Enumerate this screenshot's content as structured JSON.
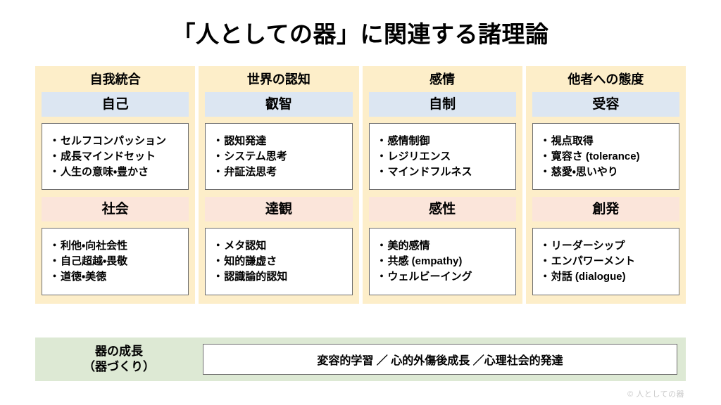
{
  "title": "「人としての器」に関連する諸理論",
  "colors": {
    "column_background": "#fdeec9",
    "subheader_blue": "#dce6f2",
    "subheader_pink": "#fbe5da",
    "footer_band": "#dde9d4",
    "box_border": "#6e6e6e",
    "copyright_text": "#c9c9c9"
  },
  "columns": [
    {
      "title": "自我統合",
      "groups": [
        {
          "header": "自己",
          "header_style": "blue",
          "items": [
            "セルフコンパッション",
            "成長マインドセット",
            "人生の意味・豊かさ"
          ]
        },
        {
          "header": "社会",
          "header_style": "pink",
          "items": [
            "利他・向社会性",
            "自己超越・畏敬",
            "道徳・美徳"
          ]
        }
      ]
    },
    {
      "title": "世界の認知",
      "groups": [
        {
          "header": "叡智",
          "header_style": "blue",
          "items": [
            "認知発達",
            "システム思考",
            "弁証法思考"
          ]
        },
        {
          "header": "達観",
          "header_style": "pink",
          "items": [
            "メタ認知",
            "知的謙虚さ",
            "認識論的認知"
          ]
        }
      ]
    },
    {
      "title": "感情",
      "groups": [
        {
          "header": "自制",
          "header_style": "blue",
          "items": [
            "感情制御",
            "レジリエンス",
            "マインドフルネス"
          ]
        },
        {
          "header": "感性",
          "header_style": "pink",
          "items": [
            "美的感情",
            "共感 (empathy)",
            "ウェルビーイング"
          ]
        }
      ]
    },
    {
      "title": "他者への態度",
      "groups": [
        {
          "header": "受容",
          "header_style": "blue",
          "items": [
            "視点取得",
            "寛容さ (tolerance)",
            "慈愛・思いやり"
          ]
        },
        {
          "header": "創発",
          "header_style": "pink",
          "items": [
            "リーダーシップ",
            "エンパワーメント",
            "対話 (dialogue)"
          ]
        }
      ]
    }
  ],
  "footer": {
    "label_line1": "器の成長",
    "label_line2": "（器づくり）",
    "content": "変容的学習 ／ 心的外傷後成長 ／心理社会的発達"
  },
  "copyright": "© 人としての器",
  "bullet_glyph": "・"
}
